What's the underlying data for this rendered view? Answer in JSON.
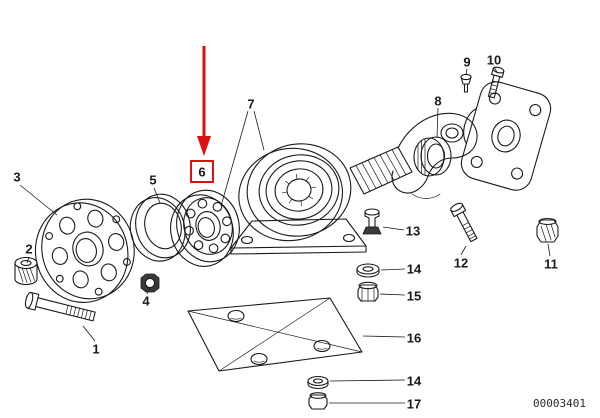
{
  "figure": {
    "code": "00003401",
    "highlighted_callout": "6"
  },
  "colors": {
    "highlight": "#dd1111",
    "ink": "#1a1a1a",
    "background": "#ffffff"
  },
  "callouts": {
    "c1": "1",
    "c2": "2",
    "c3": "3",
    "c4": "4",
    "c5": "5",
    "c6": "6",
    "c7": "7",
    "c8": "8",
    "c9": "9",
    "c10": "10",
    "c11": "11",
    "c12": "12",
    "c13": "13",
    "c14a": "14",
    "c15": "15",
    "c16": "16",
    "c14b": "14",
    "c17": "17"
  }
}
